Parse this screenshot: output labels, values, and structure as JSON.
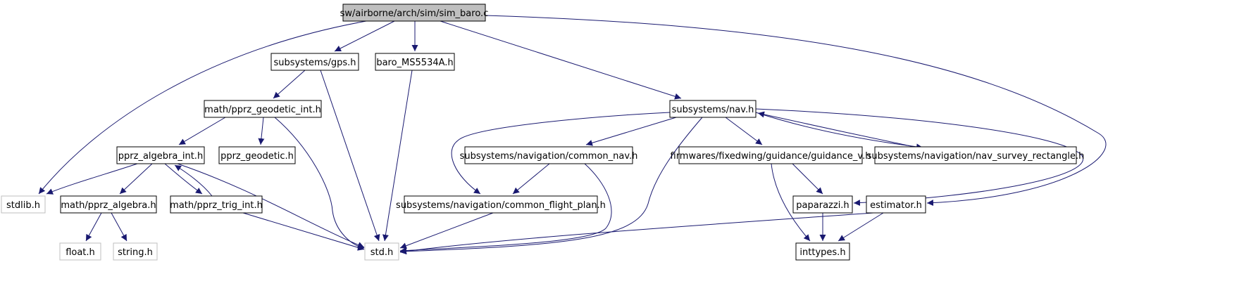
{
  "diagram": {
    "nodes": {
      "root": {
        "label": "sw/airborne/arch/sim/sim_baro.c",
        "style": "root"
      },
      "gps": {
        "label": "subsystems/gps.h",
        "style": "normal"
      },
      "baro": {
        "label": "baro_MS5534A.h",
        "style": "normal"
      },
      "nav": {
        "label": "subsystems/nav.h",
        "style": "normal"
      },
      "geodetic_int": {
        "label": "math/pprz_geodetic_int.h",
        "style": "normal"
      },
      "algebra_int": {
        "label": "pprz_algebra_int.h",
        "style": "normal"
      },
      "geodetic": {
        "label": "pprz_geodetic.h",
        "style": "normal"
      },
      "common_nav": {
        "label": "subsystems/navigation/common_nav.h",
        "style": "normal"
      },
      "guidance_v": {
        "label": "firmwares/fixedwing/guidance/guidance_v.h",
        "style": "normal"
      },
      "nav_survey": {
        "label": "subsystems/navigation/nav_survey_rectangle.h",
        "style": "normal"
      },
      "stdlib": {
        "label": "stdlib.h",
        "style": "external"
      },
      "algebra": {
        "label": "math/pprz_algebra.h",
        "style": "normal"
      },
      "trig_int": {
        "label": "math/pprz_trig_int.h",
        "style": "normal"
      },
      "flight_plan": {
        "label": "subsystems/navigation/common_flight_plan.h",
        "style": "normal"
      },
      "paparazzi": {
        "label": "paparazzi.h",
        "style": "normal"
      },
      "estimator": {
        "label": "estimator.h",
        "style": "normal"
      },
      "float": {
        "label": "float.h",
        "style": "external"
      },
      "string": {
        "label": "string.h",
        "style": "external"
      },
      "std": {
        "label": "std.h",
        "style": "external"
      },
      "inttypes": {
        "label": "inttypes.h",
        "style": "normal"
      }
    },
    "edges": [
      [
        "root",
        "gps"
      ],
      [
        "root",
        "baro"
      ],
      [
        "root",
        "nav"
      ],
      [
        "root",
        "stdlib"
      ],
      [
        "root",
        "estimator"
      ],
      [
        "gps",
        "geodetic_int"
      ],
      [
        "gps",
        "std"
      ],
      [
        "baro",
        "std"
      ],
      [
        "geodetic_int",
        "algebra_int"
      ],
      [
        "geodetic_int",
        "geodetic"
      ],
      [
        "geodetic_int",
        "std"
      ],
      [
        "algebra_int",
        "stdlib"
      ],
      [
        "algebra_int",
        "algebra"
      ],
      [
        "algebra_int",
        "trig_int"
      ],
      [
        "algebra_int",
        "std"
      ],
      [
        "trig_int",
        "algebra_int"
      ],
      [
        "trig_int",
        "std"
      ],
      [
        "algebra",
        "float"
      ],
      [
        "algebra",
        "string"
      ],
      [
        "nav",
        "common_nav"
      ],
      [
        "nav",
        "flight_plan"
      ],
      [
        "nav",
        "guidance_v"
      ],
      [
        "nav",
        "nav_survey"
      ],
      [
        "nav",
        "paparazzi"
      ],
      [
        "nav",
        "std"
      ],
      [
        "nav_survey",
        "nav"
      ],
      [
        "common_nav",
        "flight_plan"
      ],
      [
        "common_nav",
        "std"
      ],
      [
        "flight_plan",
        "std"
      ],
      [
        "guidance_v",
        "paparazzi"
      ],
      [
        "guidance_v",
        "inttypes"
      ],
      [
        "paparazzi",
        "inttypes"
      ],
      [
        "estimator",
        "inttypes"
      ],
      [
        "estimator",
        "std"
      ]
    ],
    "colors": {
      "edge": "#191970",
      "node_border": "#000000",
      "external_border": "#bfbfbf",
      "root_fill": "#bfbfbf",
      "node_fill": "#ffffff",
      "text": "#000000"
    }
  }
}
